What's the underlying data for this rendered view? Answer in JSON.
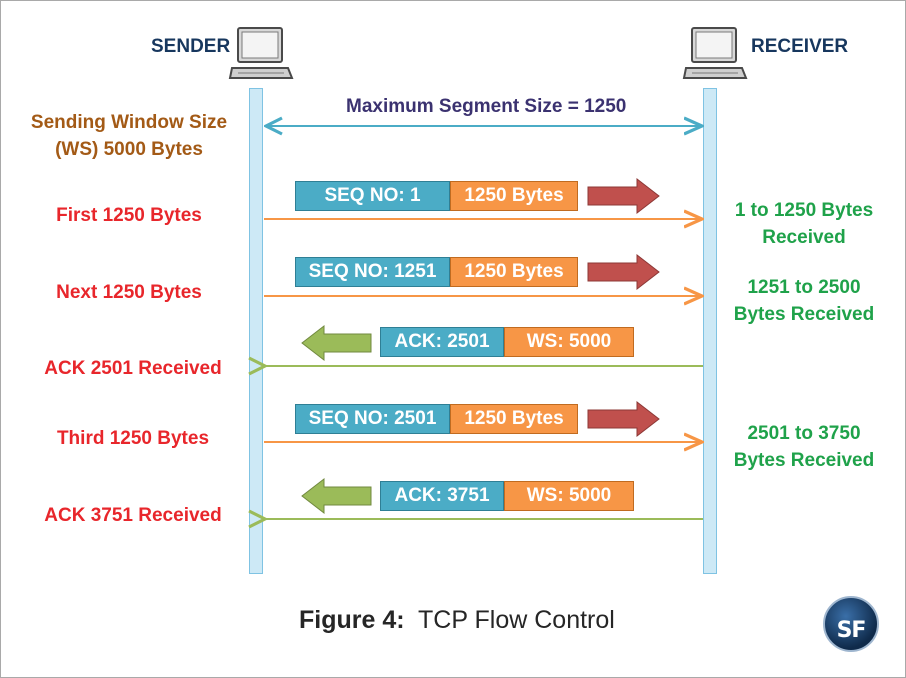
{
  "endpoints": {
    "sender": "SENDER",
    "receiver": "RECEIVER"
  },
  "mss_label": "Maximum Segment Size = 1250",
  "window_label": [
    "Sending Window Size",
    "(WS) 5000 Bytes"
  ],
  "sender_labels": [
    "First 1250 Bytes",
    "Next 1250 Bytes",
    "ACK 2501 Received",
    "Third 1250 Bytes",
    "ACK 3751 Received"
  ],
  "receiver_labels": [
    [
      "1 to 1250 Bytes",
      "Received"
    ],
    [
      "1251 to 2500",
      "Bytes Received"
    ],
    [
      "2501 to 3750",
      "Bytes Received"
    ]
  ],
  "segments": [
    {
      "seq": "SEQ NO: 1",
      "size": "1250 Bytes"
    },
    {
      "seq": "SEQ NO: 1251",
      "size": "1250 Bytes"
    },
    {
      "seq": "SEQ NO: 2501",
      "size": "1250 Bytes"
    }
  ],
  "acks": [
    {
      "ack": "ACK: 2501",
      "ws": "WS: 5000"
    },
    {
      "ack": "ACK: 3751",
      "ws": "WS: 5000"
    }
  ],
  "caption": {
    "prefix": "Figure 4:",
    "title": "TCP Flow Control"
  },
  "logo_text": "SF",
  "colors": {
    "seq_box": "#4bacc6",
    "size_box": "#f79646",
    "send_arrow": "#f79646",
    "ack_arrow": "#9bbb59",
    "red_arrow": "#c0504d",
    "green_arrow": "#9bbb59",
    "mss_arrow": "#4bacc6",
    "sender_text": "#e8262b",
    "receiver_text": "#1fa24a"
  },
  "icons": [
    "computer-icon",
    "arrow-right-icon",
    "arrow-left-icon"
  ]
}
